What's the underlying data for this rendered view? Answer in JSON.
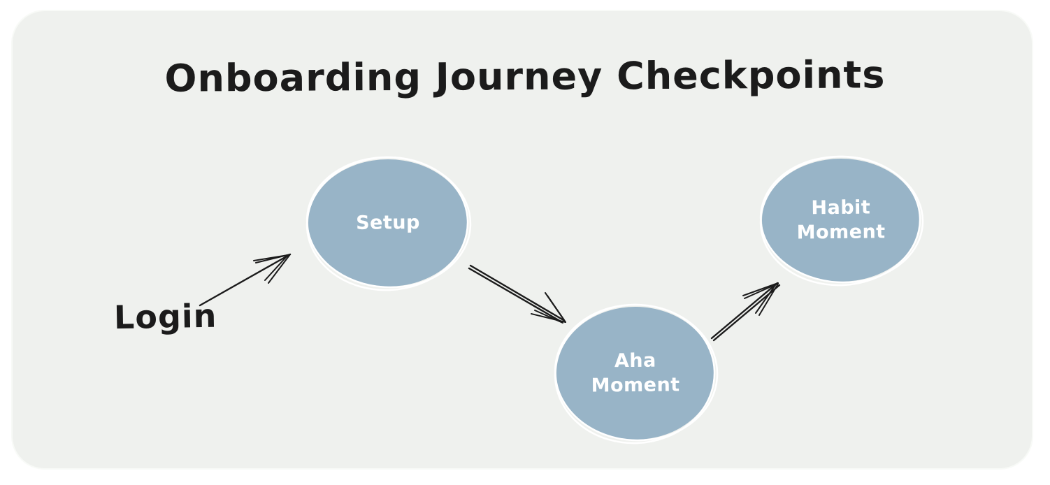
{
  "title": "Onboarding Journey Checkpoints",
  "start_label": "Login",
  "nodes": [
    {
      "id": "setup",
      "label": "Setup"
    },
    {
      "id": "aha-moment",
      "label": "Aha Moment"
    },
    {
      "id": "habit-moment",
      "label": "Habit Moment"
    }
  ],
  "edges": [
    {
      "from": "Login",
      "to": "Setup",
      "style": "single-line-arrow"
    },
    {
      "from": "Setup",
      "to": "Aha Moment",
      "style": "double-line-arrow"
    },
    {
      "from": "Aha Moment",
      "to": "Habit Moment",
      "style": "double-line-arrow"
    }
  ],
  "colors": {
    "node_fill": "#98b4c7",
    "node_text": "#ffffff",
    "ink": "#1b1b1b",
    "panel_bg": "#eff1ee",
    "page_bg": "#ffffff"
  }
}
